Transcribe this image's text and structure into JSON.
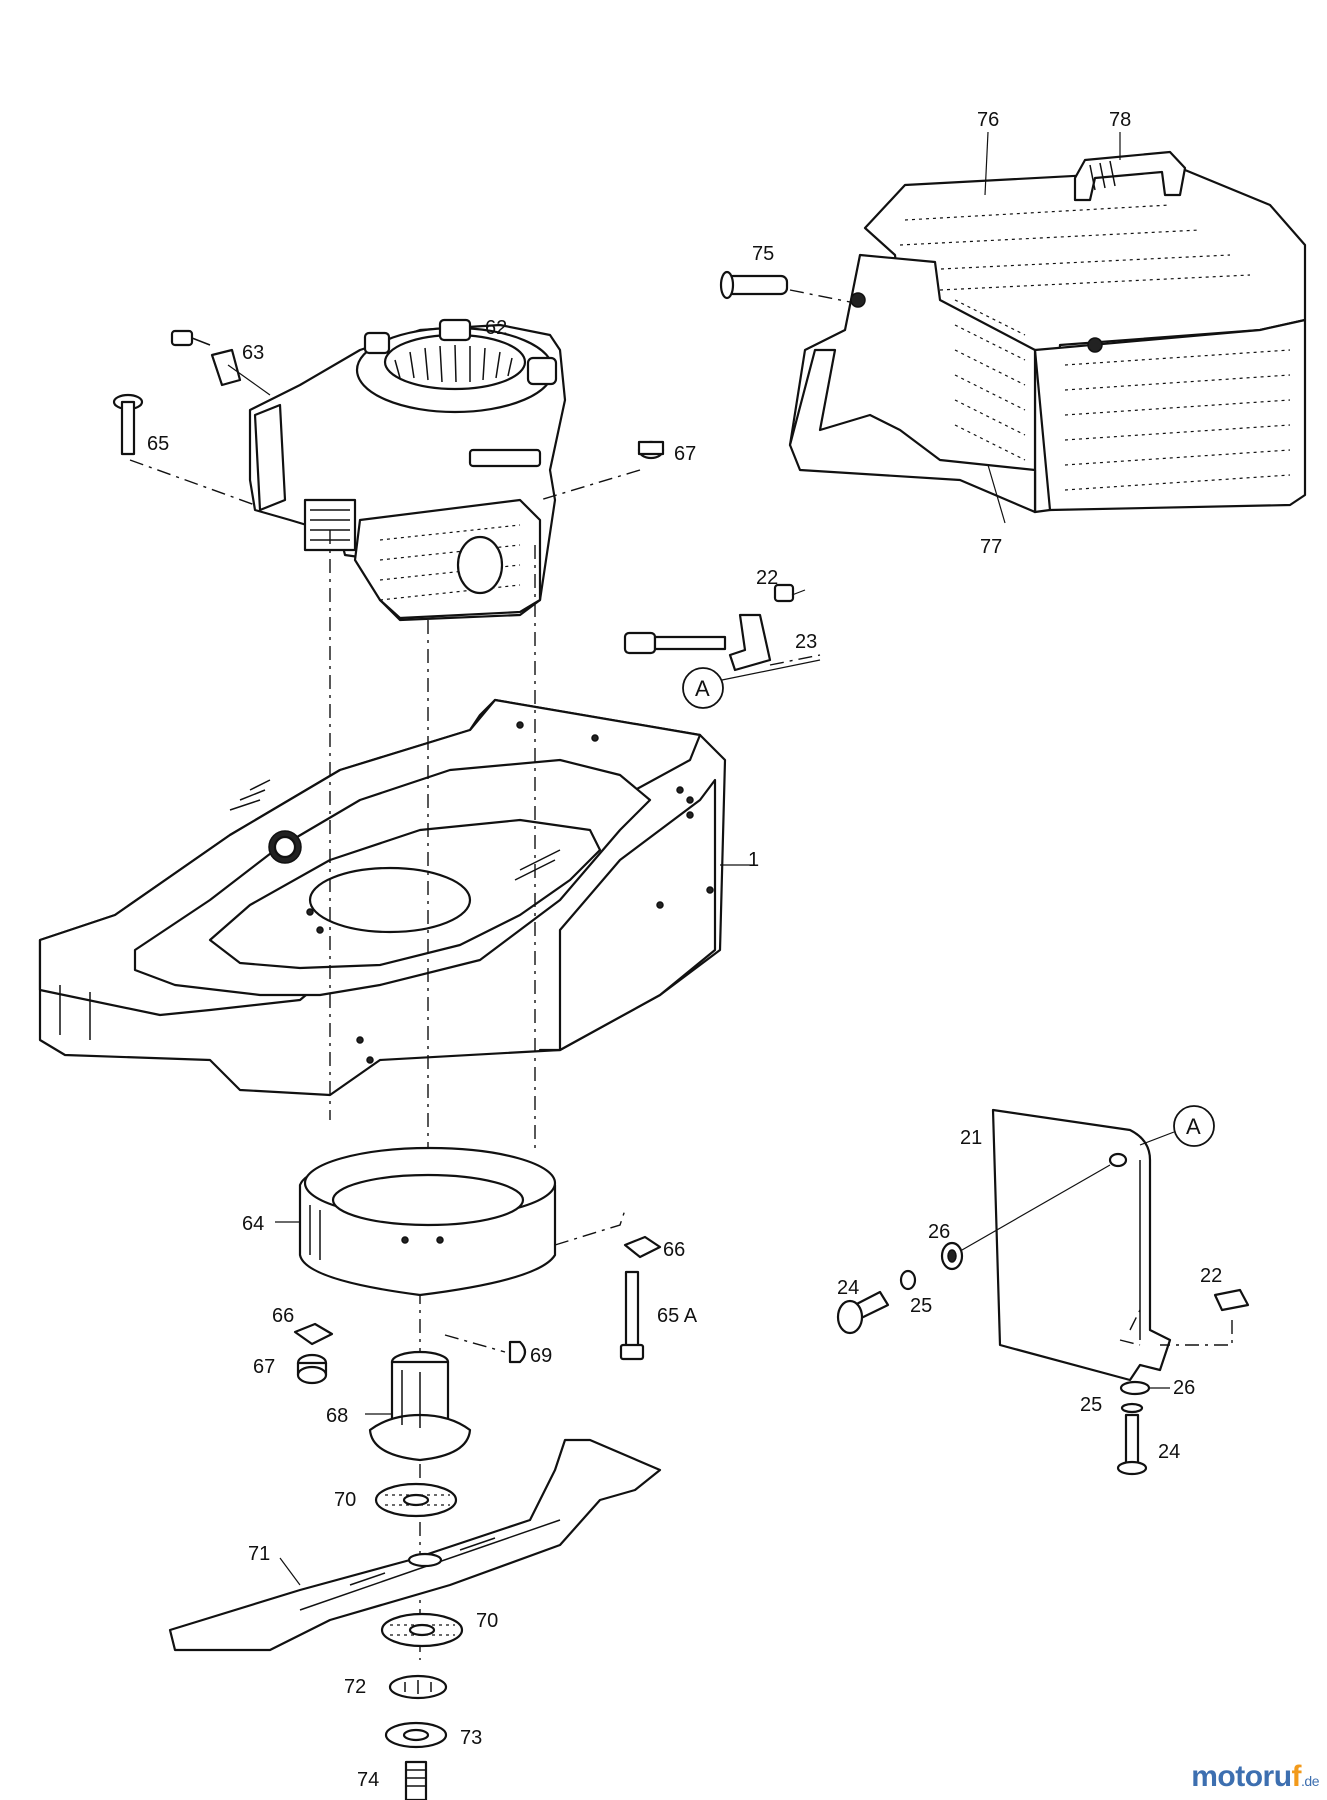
{
  "diagram": {
    "part_labels": {
      "p1": "1",
      "p21": "21",
      "p22a": "22",
      "p22b": "22",
      "p23": "23",
      "p24a": "24",
      "p24b": "24",
      "p25a": "25",
      "p25b": "25",
      "p26a": "26",
      "p26b": "26",
      "p62": "62",
      "p63": "63",
      "p64": "64",
      "p65": "65",
      "p65a": "65 A",
      "p66a": "66",
      "p66b": "66",
      "p67a": "67",
      "p67b": "67",
      "p68": "68",
      "p69": "69",
      "p70a": "70",
      "p70b": "70",
      "p71": "71",
      "p72": "72",
      "p73": "73",
      "p74": "74",
      "p75": "75",
      "p76": "76",
      "p77": "77",
      "p78": "78"
    },
    "callouts": {
      "a1": "A",
      "a2": "A"
    }
  },
  "watermark": {
    "main": "motoru",
    "accent": "f",
    "tld": ".de"
  }
}
